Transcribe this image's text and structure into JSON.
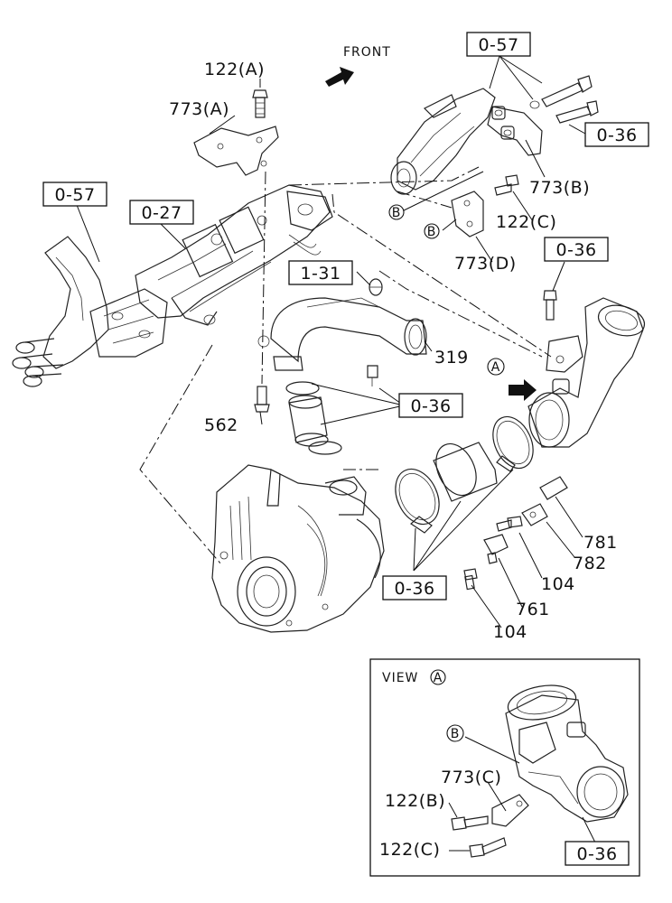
{
  "labels": {
    "front": "FRONT",
    "view": "VIEW",
    "marker_a": "A",
    "marker_b": "B",
    "ref_0_57_top": "0-57",
    "ref_0_57_left": "0-57",
    "ref_0_36_top": "0-36",
    "ref_0_36_right": "0-36",
    "ref_0_36_middle": "0-36",
    "ref_0_36_bottom": "0-36",
    "ref_0_36_inset": "0-36",
    "ref_0_27": "0-27",
    "ref_1_31": "1-31",
    "p_122a": "122(A)",
    "p_773a": "773(A)",
    "p_773b": "773(B)",
    "p_122c": "122(C)",
    "p_773d": "773(D)",
    "p_319": "319",
    "p_562": "562",
    "p_781": "781",
    "p_782": "782",
    "p_104": "104",
    "p_761": "761",
    "p_773c": "773(C)",
    "p_122b": "122(B)"
  }
}
